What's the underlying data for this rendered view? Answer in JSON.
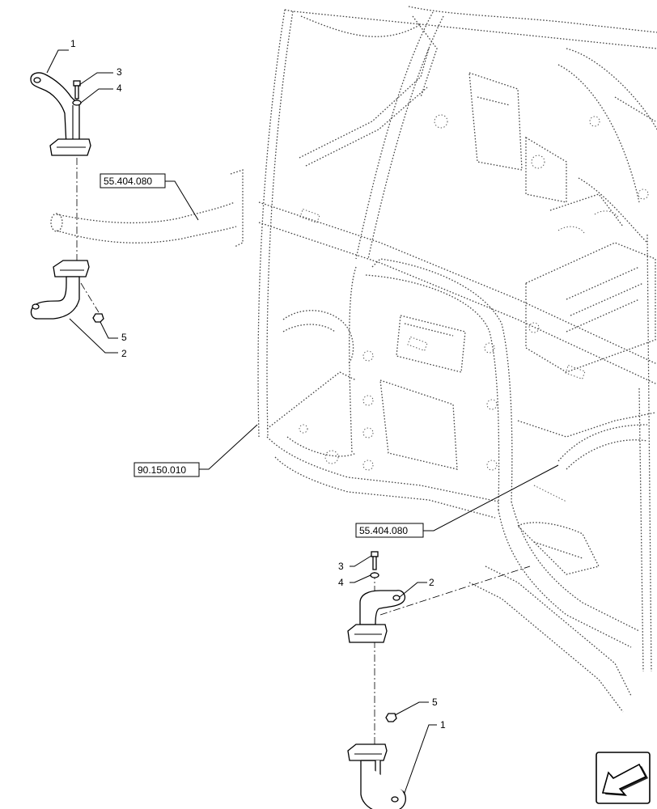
{
  "callouts": {
    "top_part1": "1",
    "top_part3": "3",
    "top_part4": "4",
    "top_part5": "5",
    "top_part2": "2",
    "bot_part3": "3",
    "bot_part4": "4",
    "bot_part2": "2",
    "bot_part5": "5",
    "bot_part1": "1"
  },
  "references": {
    "ref_hose_top": "55.404.080",
    "ref_cab": "90.150.010",
    "ref_hose_bottom": "55.404.080"
  },
  "icons": {
    "corner": "view-direction-arrow-icon"
  }
}
